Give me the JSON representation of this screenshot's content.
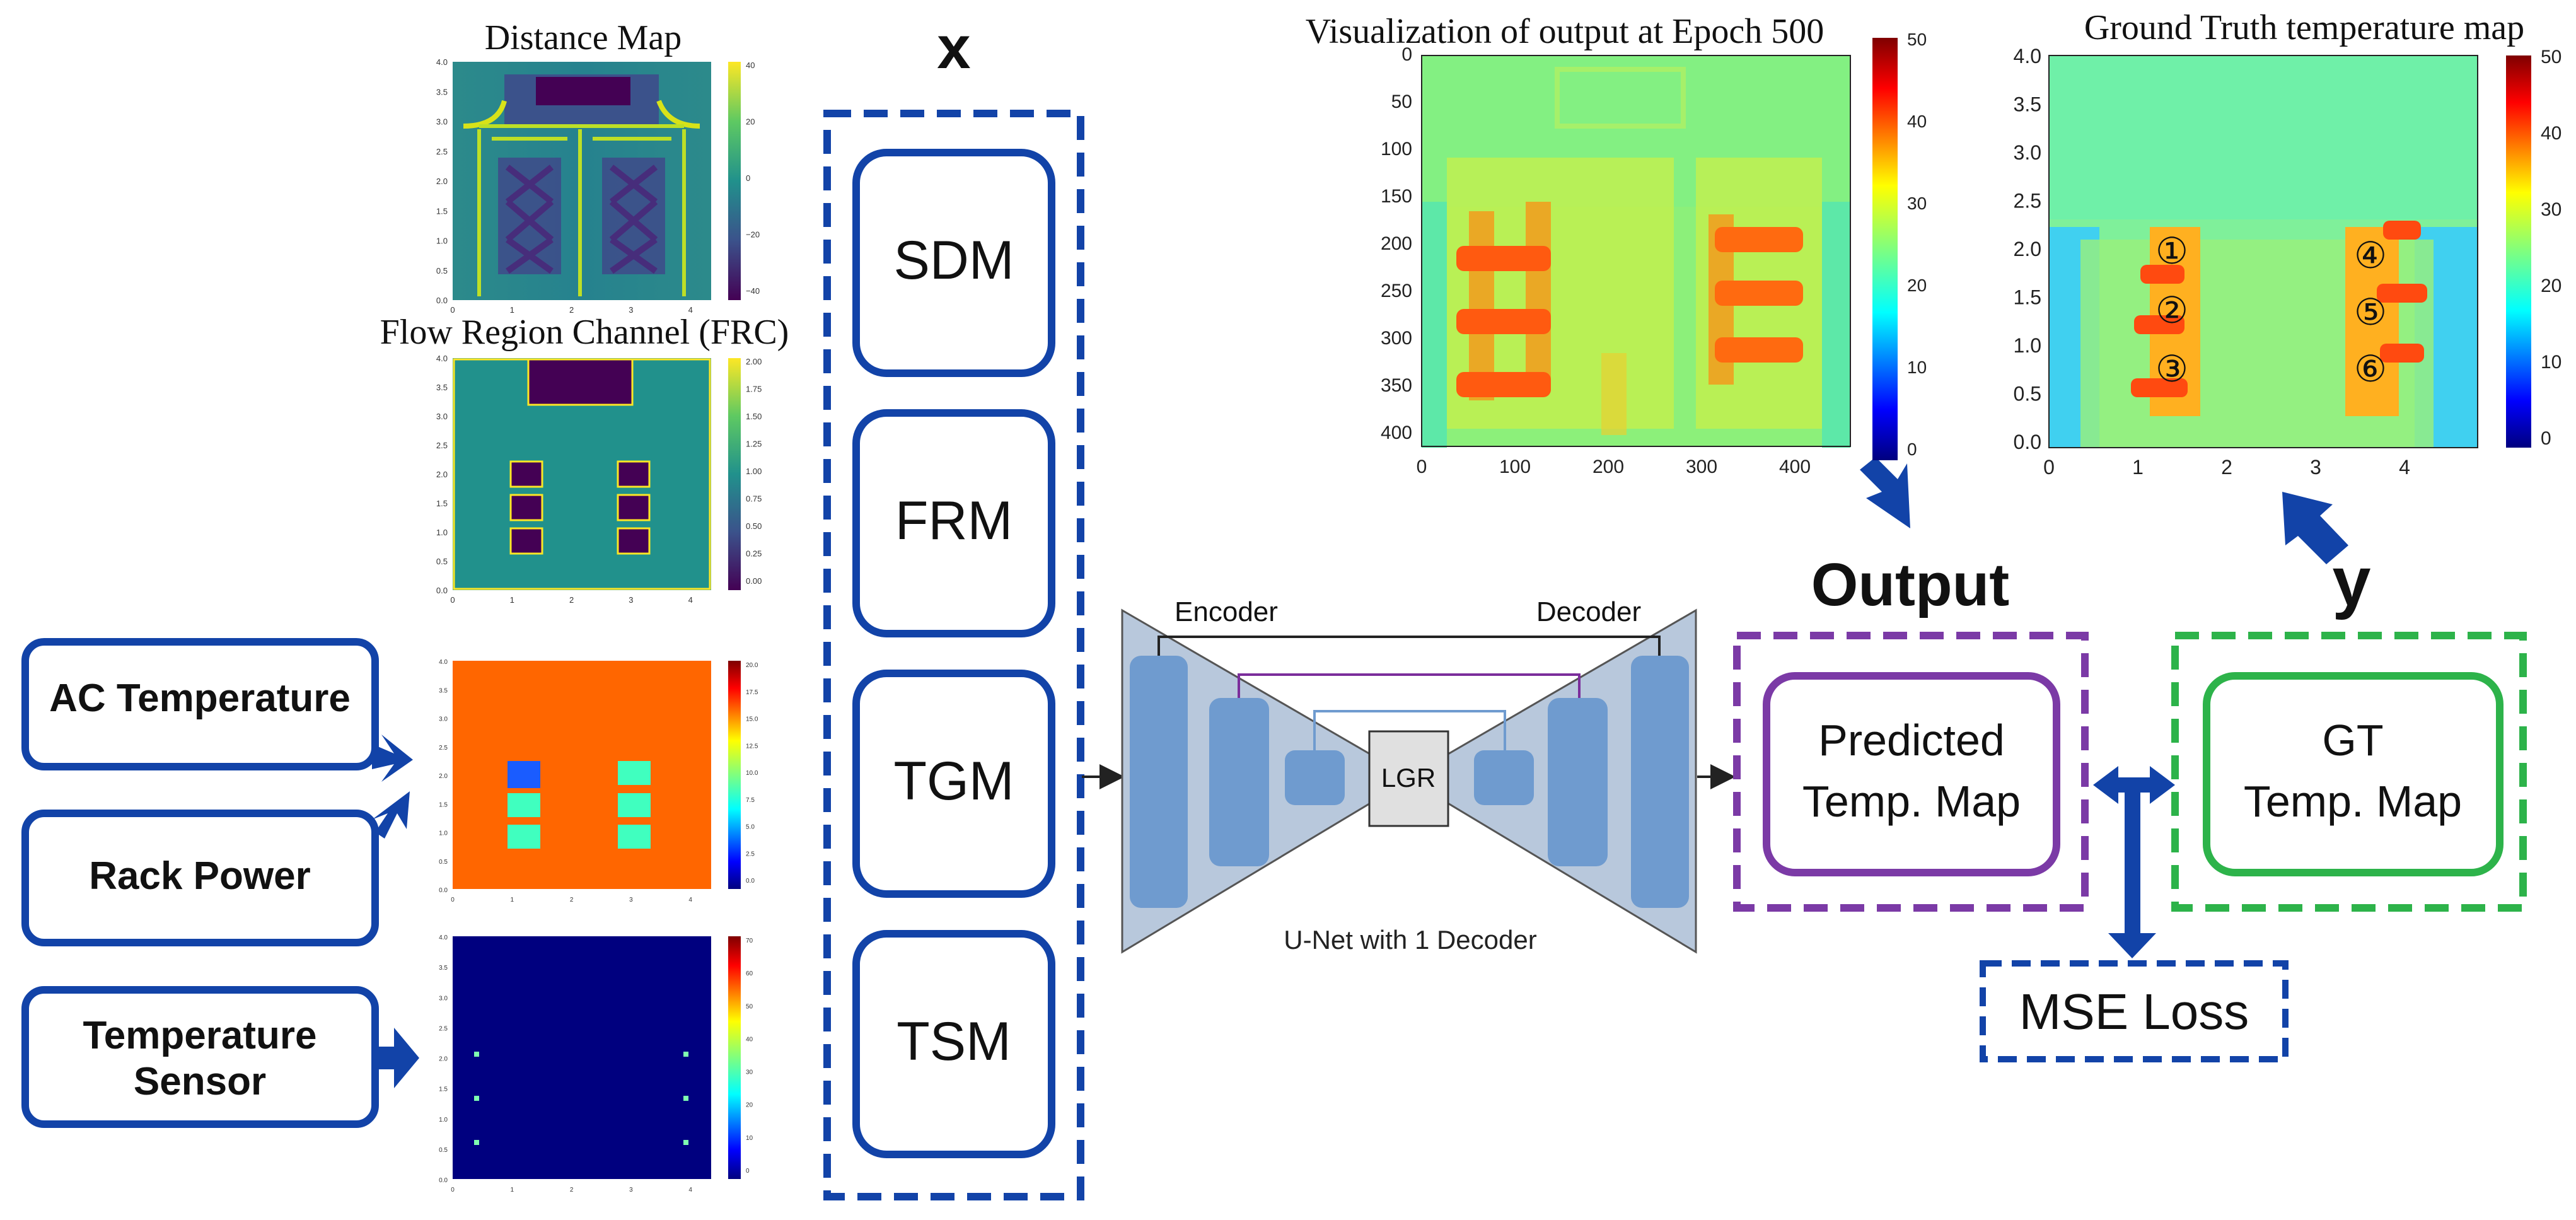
{
  "inputs": {
    "ac_temperature": "AC Temperature",
    "rack_power": "Rack Power",
    "temperature_sensor_line1": "Temperature",
    "temperature_sensor_line2": "Sensor"
  },
  "maps": {
    "distance_map_title": "Distance Map",
    "flow_region_title": "Flow Region Channel (FRC)",
    "small_axis_y": [
      "4.0",
      "3.5",
      "3.0",
      "2.5",
      "2.0",
      "1.5",
      "1.0",
      "0.5",
      "0.0"
    ],
    "small_axis_x": [
      "0",
      "1",
      "2",
      "3",
      "4"
    ],
    "distance_colorbar": [
      "40",
      "20",
      "0",
      "−20",
      "−40"
    ],
    "frc_colorbar": [
      "2.00",
      "1.75",
      "1.50",
      "1.25",
      "1.00",
      "0.75",
      "0.50",
      "0.25",
      "0.00"
    ],
    "power_colorbar": [
      "20.0",
      "17.5",
      "15.0",
      "12.5",
      "10.0",
      "7.5",
      "5.0",
      "2.5",
      "0.0"
    ],
    "sensor_colorbar": [
      "70",
      "60",
      "50",
      "40",
      "30",
      "20",
      "10",
      "0"
    ]
  },
  "x_group": {
    "label": "x",
    "items": [
      "SDM",
      "FRM",
      "TGM",
      "TSM"
    ]
  },
  "unet": {
    "encoder": "Encoder",
    "decoder": "Decoder",
    "bottleneck": "LGR",
    "caption": "U-Net with 1 Decoder"
  },
  "output": {
    "title": "Output",
    "box_line1": "Predicted",
    "box_line2": "Temp. Map"
  },
  "y_group": {
    "label": "y",
    "box_line1": "GT",
    "box_line2": "Temp. Map"
  },
  "loss": "MSE Loss",
  "prediction_plot": {
    "title": "Visualization of output at Epoch 500",
    "y_ticks": [
      "0",
      "50",
      "100",
      "150",
      "200",
      "250",
      "300",
      "350",
      "400"
    ],
    "x_ticks": [
      "0",
      "100",
      "200",
      "300",
      "400"
    ],
    "colorbar": [
      "50",
      "40",
      "30",
      "20",
      "10",
      "0"
    ]
  },
  "gt_plot": {
    "title": "Ground Truth temperature map",
    "y_ticks": [
      "4.0",
      "3.5",
      "3.0",
      "2.5",
      "2.0",
      "1.5",
      "1.0",
      "0.5",
      "0.0"
    ],
    "x_ticks": [
      "0",
      "1",
      "2",
      "3",
      "4"
    ],
    "colorbar": [
      "50",
      "40",
      "30",
      "20",
      "10",
      "0"
    ],
    "rack_labels": [
      "①",
      "②",
      "③",
      "④",
      "⑤",
      "⑥"
    ]
  },
  "colors": {
    "blue": "#1243a8",
    "purple": "#7b3aa6",
    "green": "#2db34a",
    "unet_fill": "#b8c8dc",
    "unet_block": "#6f9bcf"
  }
}
